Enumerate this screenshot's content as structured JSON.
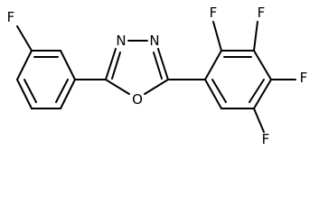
{
  "molecule": {
    "atoms": {
      "f_meta_phenyl": "F",
      "n3": "N",
      "n4": "N",
      "o1": "O",
      "f_ortho": "F",
      "f_meta": "F",
      "f_para": "F",
      "f_meta2": "F"
    }
  }
}
